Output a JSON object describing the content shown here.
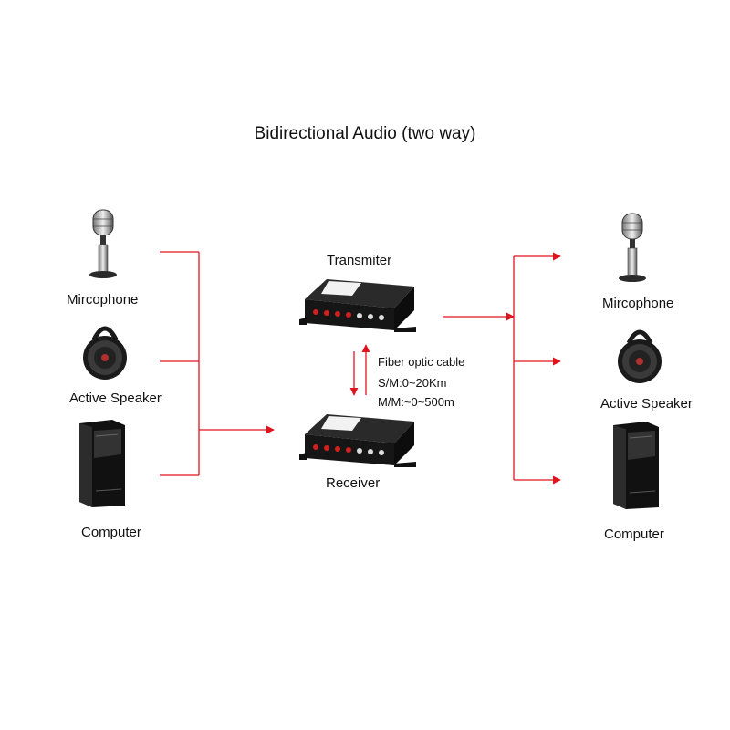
{
  "title": "Bidirectional Audio (two way)",
  "left_devices": [
    {
      "label": "Mircophone",
      "icon": "microphone-icon"
    },
    {
      "label": "Active Speaker",
      "icon": "speaker-icon"
    },
    {
      "label": "Computer",
      "icon": "computer-tower-icon"
    }
  ],
  "right_devices": [
    {
      "label": "Mircophone",
      "icon": "microphone-icon"
    },
    {
      "label": "Active Speaker",
      "icon": "speaker-icon"
    },
    {
      "label": "Computer",
      "icon": "computer-tower-icon"
    }
  ],
  "transmitter": {
    "label": "Transmiter",
    "icon": "audio-fiber-box-icon"
  },
  "receiver": {
    "label": "Receiver",
    "icon": "audio-fiber-box-icon"
  },
  "link": {
    "line1": "Fiber optic cable",
    "line2": "S/M:0~20Km",
    "line3": "M/M:~0~500m"
  },
  "colors": {
    "wire": "#e0141e",
    "device": "#1a1a1a"
  }
}
